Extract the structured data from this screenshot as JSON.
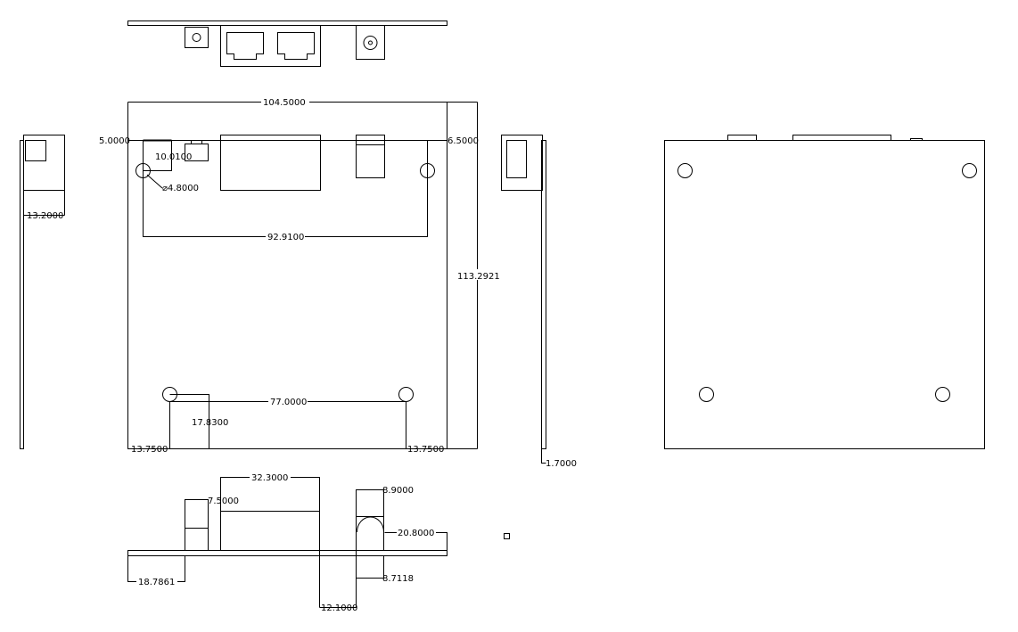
{
  "drawing": {
    "views": [
      "top-connector-view",
      "plan-view",
      "left-side-view",
      "right-side-view",
      "rear-view",
      "front-elevation-view"
    ],
    "dimensions": {
      "overall_width": "104.5000",
      "overall_height": "113.2921",
      "top_left_offset": "5.0000",
      "top_right_offset": "6.5000",
      "hole_offset": "10.0100",
      "hole_diameter": "⌀4.8000",
      "top_hole_spacing": "92.9100",
      "bottom_hole_spacing": "77.0000",
      "bottom_hole_rise": "17.8300",
      "bottom_left_offset": "13.7500",
      "bottom_right_offset": "13.7500",
      "left_side_depth": "13.2000",
      "board_thickness": "1.7000",
      "connector_width": "32.3000",
      "small_part_height": "7.5000",
      "jack_width": "8.9000",
      "jack_height": "20.8000",
      "connector_gap": "12.1000",
      "left_part_offset": "18.7861",
      "jack_below": "8.7118"
    }
  }
}
